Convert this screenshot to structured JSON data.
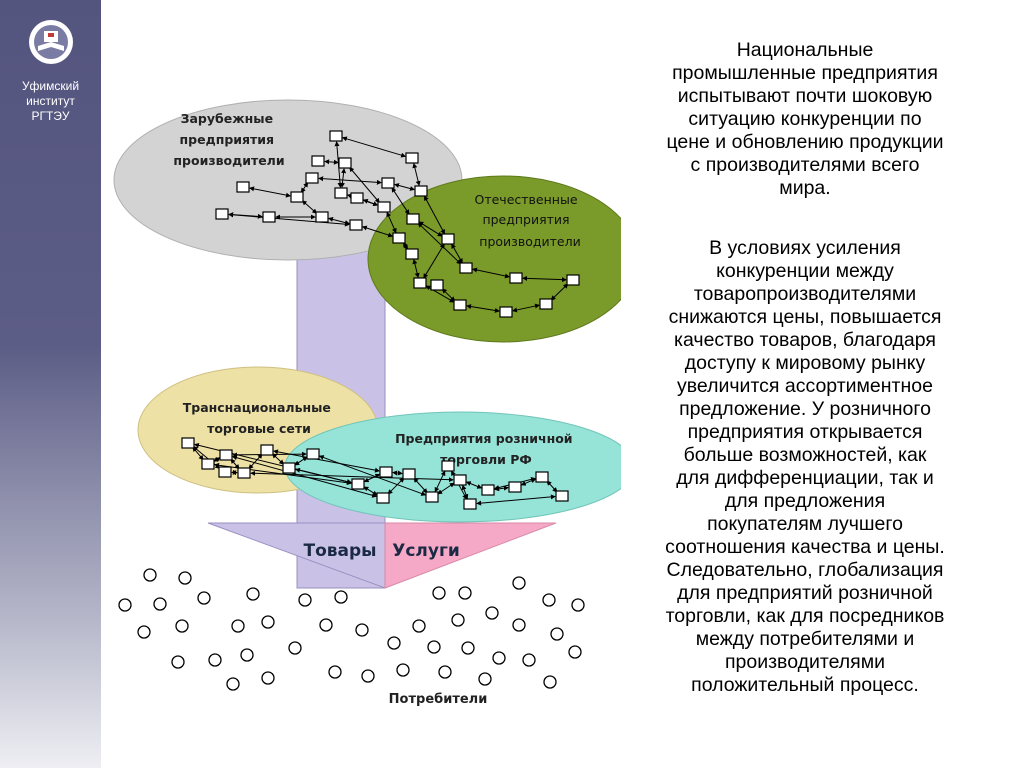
{
  "institute": {
    "lines": [
      "Уфимский",
      "институт",
      "РГТЭУ"
    ],
    "logo_icon": "book-emblem-icon"
  },
  "diagram": {
    "foreign_producers": [
      "Зарубежные",
      "предприятия",
      "производители"
    ],
    "domestic_producers": [
      "Отечественные",
      "предприятия",
      "производители"
    ],
    "transnational_chains": [
      "Транснациональные",
      "торговые сети"
    ],
    "retail_enterprises": [
      "Предприятия розничной",
      "торговли РФ"
    ],
    "goods_label": "Товары",
    "services_label": "Услуги",
    "consumers_label": "Потребители",
    "colors": {
      "foreign": "#d3d3d3",
      "domestic": "#7a9a2a",
      "transnational": "#eee1a6",
      "retail": "#96e3d8",
      "goods_arrow": "#c9c2e6",
      "services_arrow": "#f5a9c6"
    }
  },
  "text": {
    "paragraph1": [
      "Национальные",
      "промышленные предприятия",
      "испытывают почти шоковую",
      "ситуацию конкуренции по",
      "цене и обновлению продукции",
      "с производителями всего",
      "мира."
    ],
    "paragraph2": [
      "В условиях усиления",
      "конкуренции между",
      "товаропроизводителями",
      "снижаются цены, повышается",
      "качество товаров, благодаря",
      "доступу к мировому рынку",
      "увеличится ассортиментное",
      "предложение. У розничного",
      "предприятия открывается",
      "больше возможностей, как",
      "для дифференциации, так и",
      "для предложения",
      "покупателям лучшего",
      "соотношения качества и цены.",
      "Следовательно, глобализация",
      "для предприятий розничной",
      "торговли, как для посредников",
      "между потребителями и",
      "производителями",
      "положительный процесс."
    ]
  }
}
